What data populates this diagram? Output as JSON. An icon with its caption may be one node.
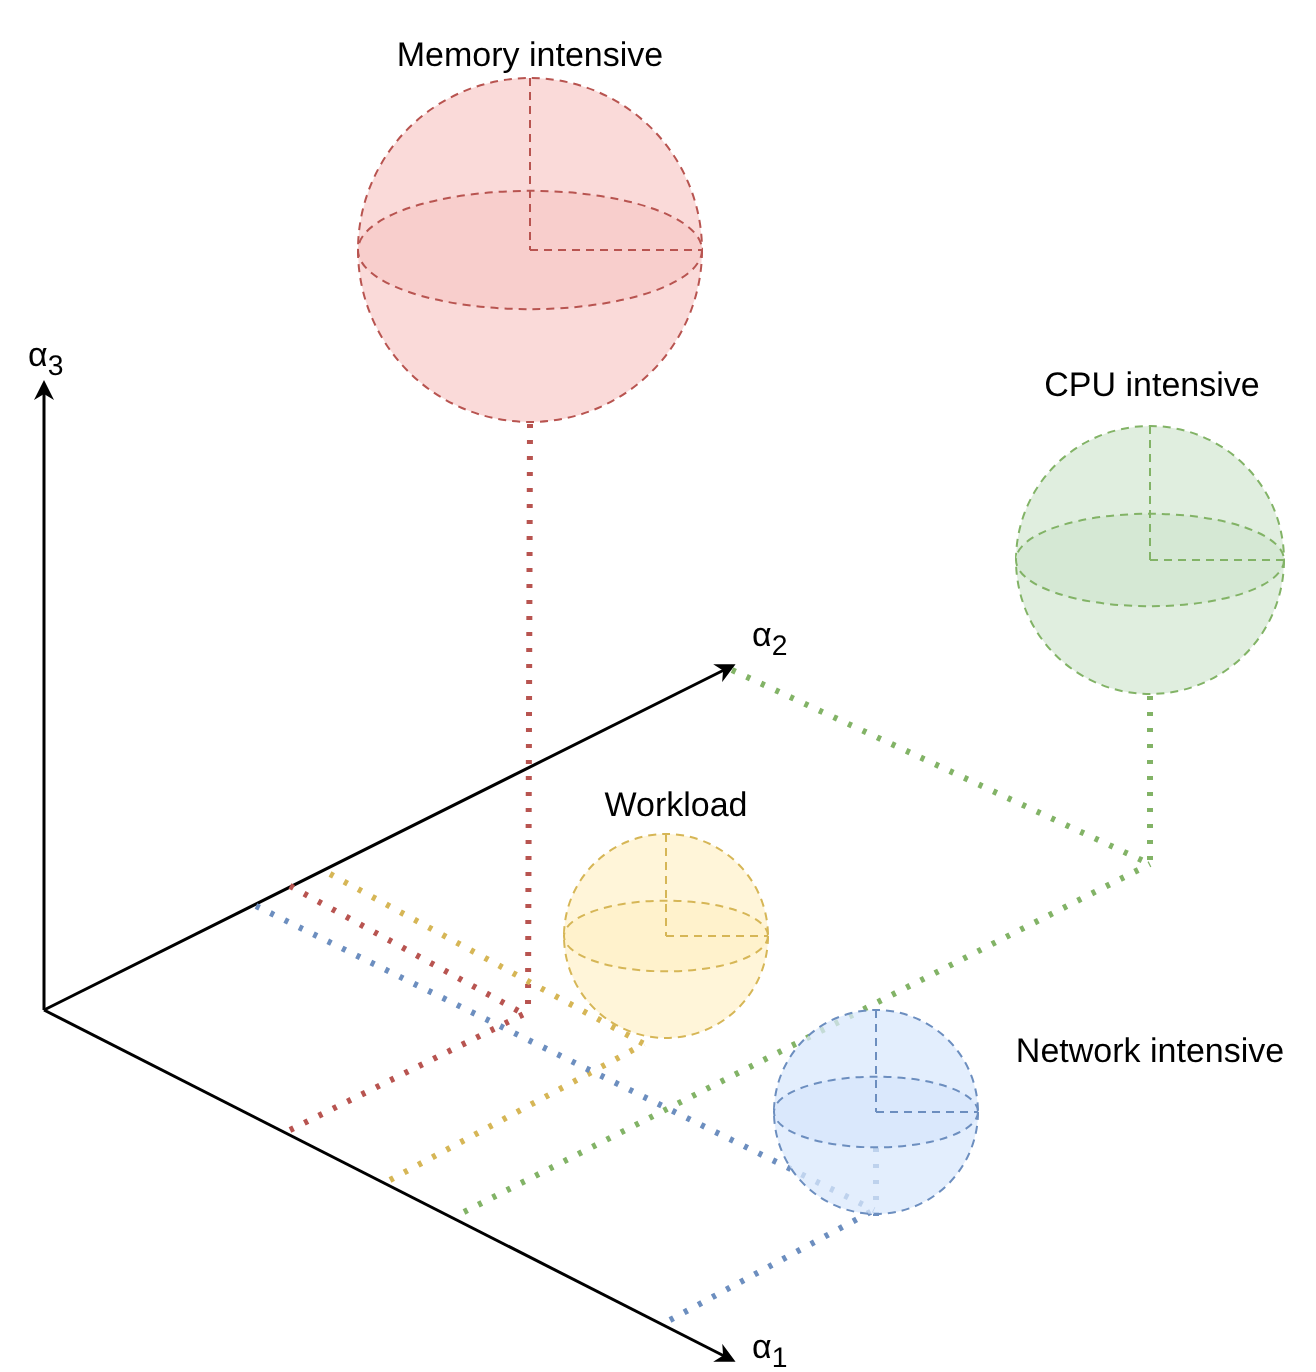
{
  "diagram": {
    "nodes": [
      {
        "text": [
          "Memory intensive"
        ]
      },
      {
        "text": [
          "CPU intensive"
        ]
      },
      {
        "text": [
          "Workload"
        ]
      },
      {
        "text": [
          "Network intensive"
        ]
      }
    ],
    "labels": [
      "α$_{3}$",
      "α$_{2}$",
      "α$_{1}$"
    ]
  }
}
